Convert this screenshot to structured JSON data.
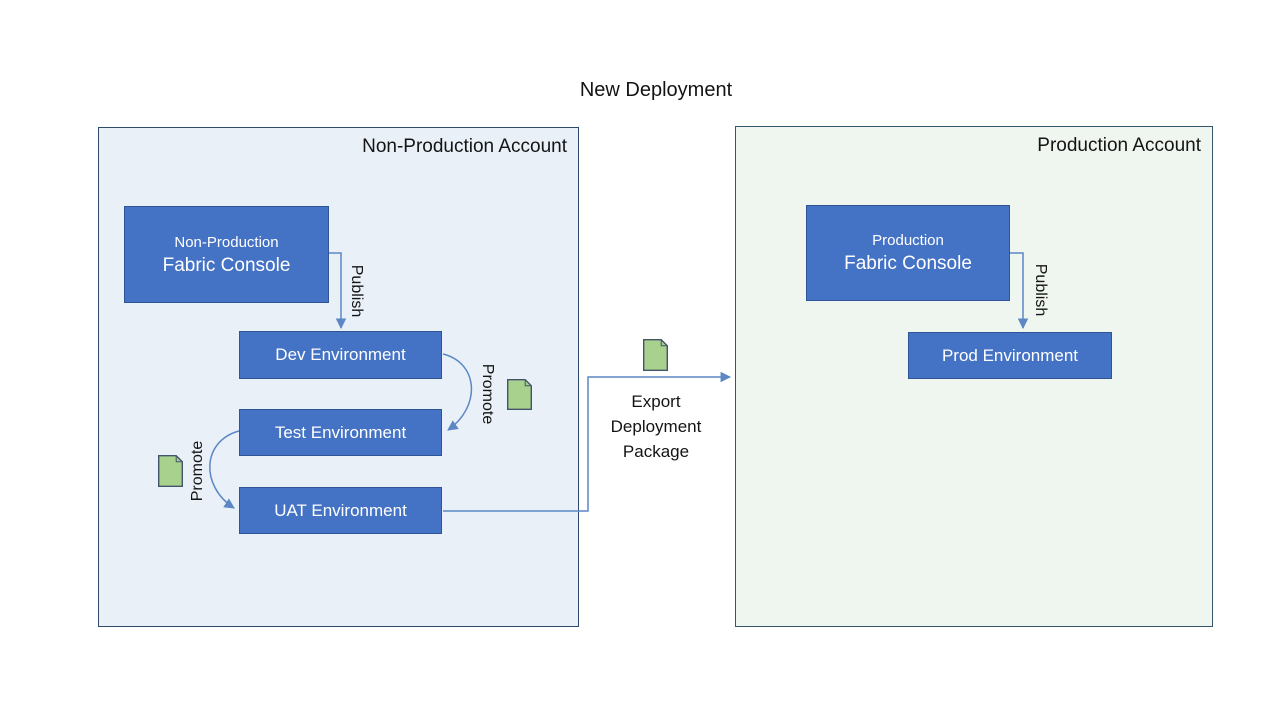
{
  "title": "New Deployment",
  "colors": {
    "box_blue": "#4472C4",
    "box_blue_border": "#2F5597",
    "connector": "#5B87C5",
    "nonprod_panel_bg": "#E9F0F8",
    "nonprod_panel_border": "#2E4A6B",
    "prod_panel_bg": "#EFF5EF",
    "prod_panel_border": "#33566B",
    "doc_green": "#A9D18E",
    "doc_green_border": "#44546A"
  },
  "icons": {
    "deployment_package": "green-document-icon"
  },
  "nonprod": {
    "label": "Non-Production Account",
    "console": {
      "line1": "Non-Production",
      "line2": "Fabric Console"
    },
    "publish_label": "Publish",
    "environments": [
      "Dev Environment",
      "Test Environment",
      "UAT Environment"
    ],
    "promote_right_label": "Promote",
    "promote_left_label": "Promote"
  },
  "prod": {
    "label": "Production Account",
    "console": {
      "line1": "Production",
      "line2": "Fabric Console"
    },
    "publish_label": "Publish",
    "environment": "Prod Environment"
  },
  "export_flow": {
    "label": "Export Deployment Package"
  }
}
